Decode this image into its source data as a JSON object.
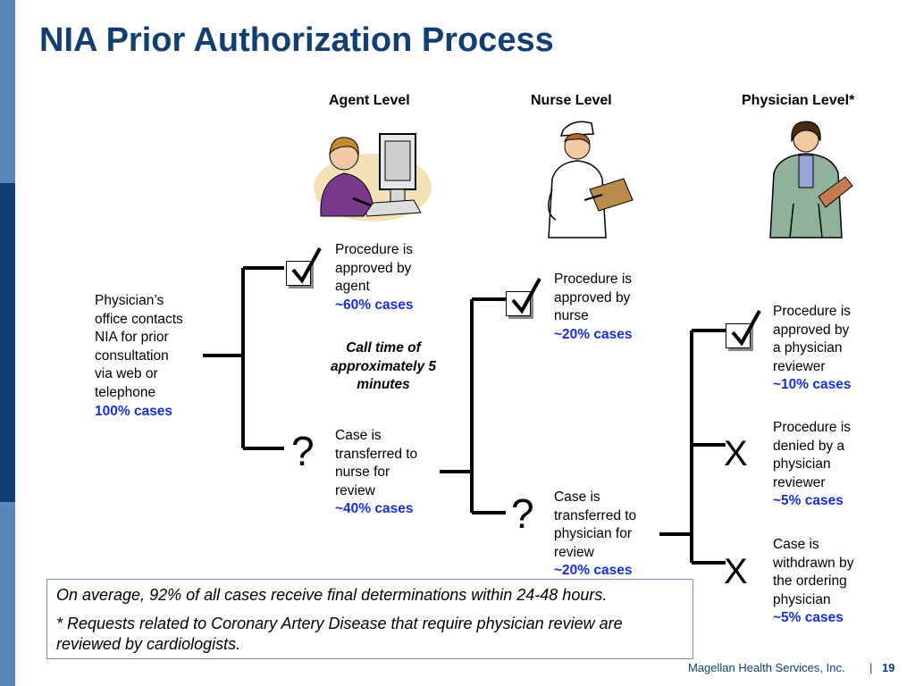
{
  "title": "NIA Prior Authorization Process",
  "levels": {
    "agent": "Agent Level",
    "nurse": "Nurse Level",
    "physician": "Physician Level*"
  },
  "start": {
    "lines": [
      "Physician’s",
      "office contacts",
      "NIA for prior",
      "consultation",
      "via web or",
      "telephone"
    ],
    "cases": "100% cases"
  },
  "call_time": [
    "Call time of",
    "approximately 5",
    "minutes"
  ],
  "agent_approved": {
    "lines": [
      "Procedure is",
      "approved by",
      "agent"
    ],
    "cases": "~60% cases"
  },
  "agent_transfer": {
    "lines": [
      "Case is",
      "transferred to",
      "nurse for",
      "review"
    ],
    "cases": "~40% cases"
  },
  "nurse_approved": {
    "lines": [
      "Procedure is",
      "approved by",
      "nurse"
    ],
    "cases": "~20% cases"
  },
  "nurse_transfer": {
    "lines": [
      "Case is",
      "transferred to",
      "physician for",
      "review"
    ],
    "cases": "~20% cases"
  },
  "phys_approved": {
    "lines": [
      "Procedure is",
      "approved by",
      "a physician",
      "reviewer"
    ],
    "cases": "~10% cases"
  },
  "phys_denied": {
    "lines": [
      "Procedure is",
      "denied  by a",
      "physician",
      "reviewer"
    ],
    "cases": "~5% cases"
  },
  "phys_withdrawn": {
    "lines": [
      "Case is",
      "withdrawn by",
      "the ordering",
      "physician"
    ],
    "cases": "~5% cases"
  },
  "symbols": {
    "question": "?",
    "x": "X"
  },
  "notes": [
    "On average, 92% of all cases receive final determinations within 24-48 hours.",
    "* Requests related to Coronary Artery Disease that require physician review are reviewed by cardiologists."
  ],
  "footer": {
    "company": "Magellan Health Services, Inc.",
    "separator": "|",
    "page": "19"
  },
  "colors": {
    "title": "#123f72",
    "cases": "#1a2ed8",
    "sidebar": "#5b85b8",
    "sidebar_dark": "#0e3e72"
  }
}
